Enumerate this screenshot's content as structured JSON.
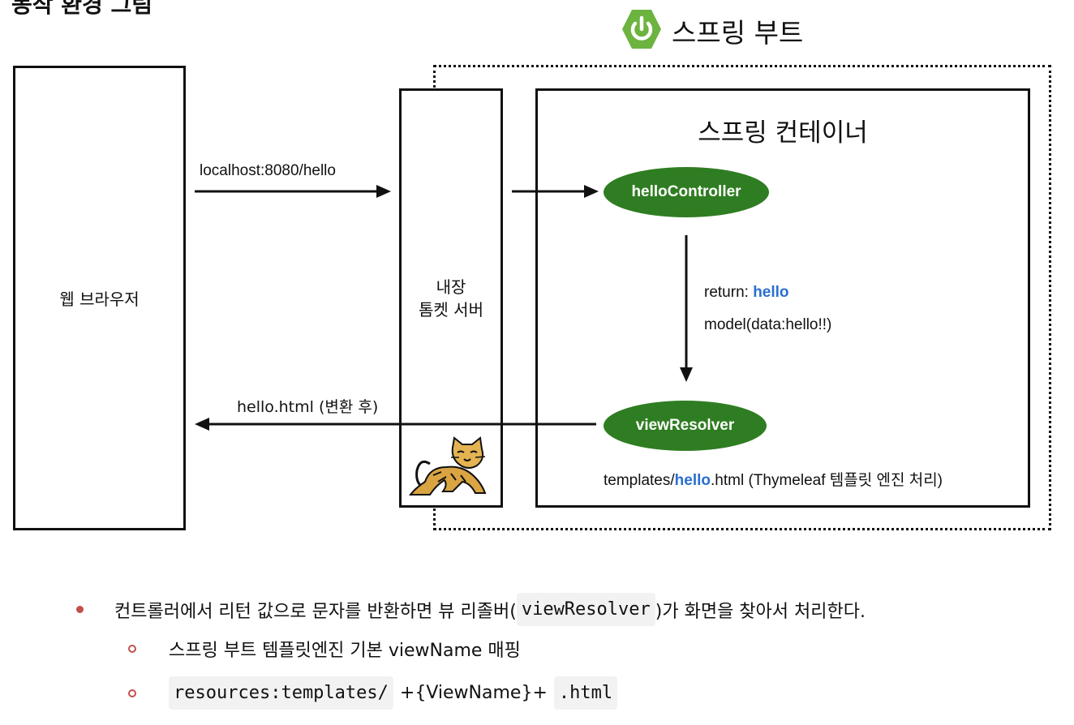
{
  "heading": {
    "text": "동작 환경 그림"
  },
  "spring_boot": {
    "label": "스프링 부트",
    "logo_icon": "power-icon",
    "brand_color": "#6db33f"
  },
  "browser": {
    "label": "웹 브라우저"
  },
  "tomcat": {
    "line1": "내장",
    "line2": "톰켓 서버",
    "icon": "tomcat-cat-icon"
  },
  "container": {
    "title": "스프링 컨테이너"
  },
  "controller": {
    "label": "helloController"
  },
  "resolver": {
    "label": "viewResolver"
  },
  "request_label": "localhost:8080/hello",
  "response_label": "hello.html (변환 후)",
  "return": {
    "prefix": "return: ",
    "value": "hello"
  },
  "model_label": "model(data:hello!!)",
  "templates": {
    "prefix": "templates/",
    "highlight": "hello",
    "suffix": ".html (Thymeleaf 템플릿 엔진 처리)"
  },
  "colors": {
    "node_green": "#2f7d22",
    "highlight_blue": "#2a6fd0",
    "bullet_red": "#c0504d"
  },
  "bullets": {
    "main": {
      "prefix": "컨트롤러에서 리턴 값으로 문자를 반환하면 뷰 리졸버(",
      "code": "viewResolver",
      "suffix": ")가 화면을 찾아서 처리한다."
    },
    "sub1": {
      "text": "스프링 부트 템플릿엔진 기본 viewName 매핑"
    },
    "sub2": {
      "code1": "resources:templates/",
      "middle": "+{ViewName}+",
      "code2": ".html"
    }
  }
}
